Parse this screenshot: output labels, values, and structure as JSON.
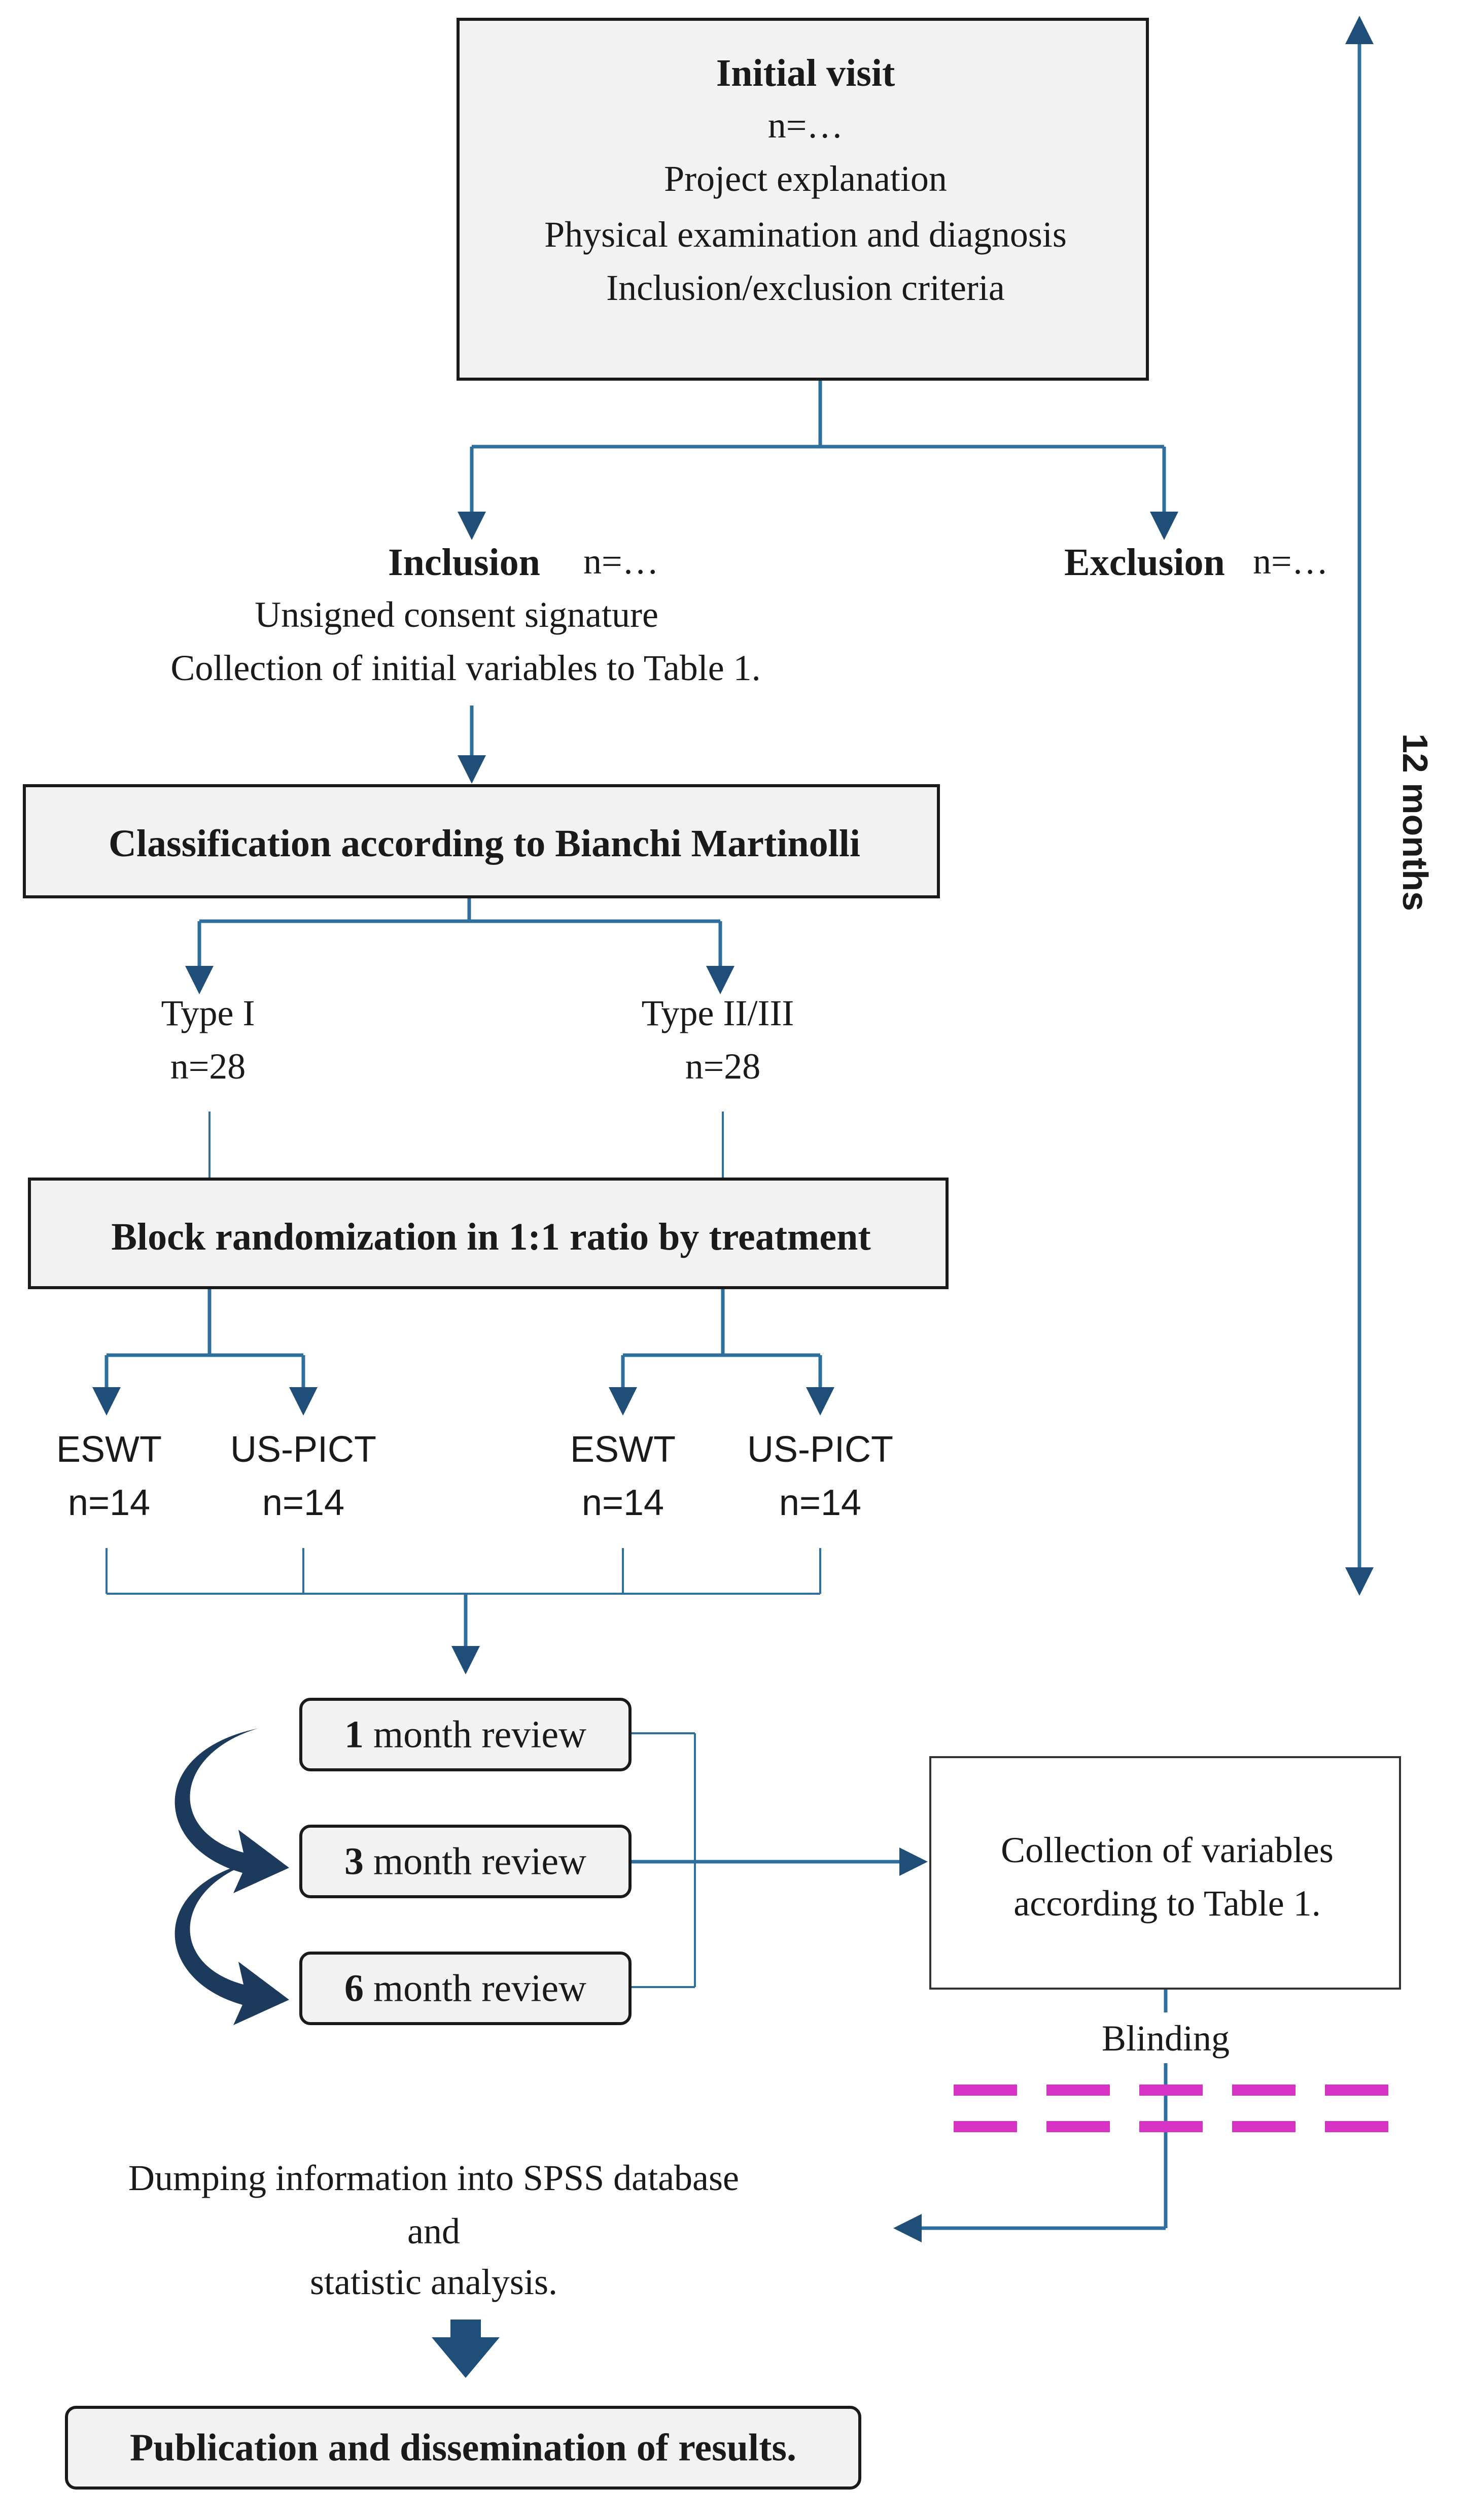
{
  "initial_visit": {
    "title": "Initial visit",
    "n": "n=…",
    "lines": [
      "Project explanation",
      "Physical examination and diagnosis",
      "Inclusion/exclusion criteria"
    ]
  },
  "inclusion": {
    "label": "Inclusion",
    "n": "n=…",
    "lines": [
      "Unsigned consent signature",
      "Collection of initial variables to Table 1."
    ]
  },
  "exclusion": {
    "label": "Exclusion",
    "n": "n=…"
  },
  "classification": {
    "label": "Classification according to Bianchi Martinolli"
  },
  "types": [
    {
      "label": "Type I",
      "n": "n=28"
    },
    {
      "label": "Type II/III",
      "n": "n=28"
    }
  ],
  "randomization": {
    "label": "Block randomization in 1:1 ratio by treatment"
  },
  "arms": [
    {
      "label": "ESWT",
      "n": "n=14"
    },
    {
      "label": "US-PICT",
      "n": "n=14"
    },
    {
      "label": "ESWT",
      "n": "n=14"
    },
    {
      "label": "US-PICT",
      "n": "n=14"
    }
  ],
  "reviews": [
    {
      "number": "1",
      "text": " month review"
    },
    {
      "number": "3",
      "text": " month review"
    },
    {
      "number": "6",
      "text": " month review"
    }
  ],
  "collection": {
    "lines": [
      "Collection of variables",
      "according to Table 1."
    ]
  },
  "blinding": {
    "label": "Blinding"
  },
  "analysis": {
    "lines": [
      "Dumping information into SPSS database",
      "and",
      "statistic analysis."
    ]
  },
  "publication": {
    "label": "Publication and dissemination of results."
  },
  "timeline": {
    "label": "12 months"
  },
  "colors": {
    "line": "#2e6f9e",
    "arrow": "#1f4e79",
    "curved_arrow": "#1b3a5c",
    "blinding": "#d633c4"
  }
}
